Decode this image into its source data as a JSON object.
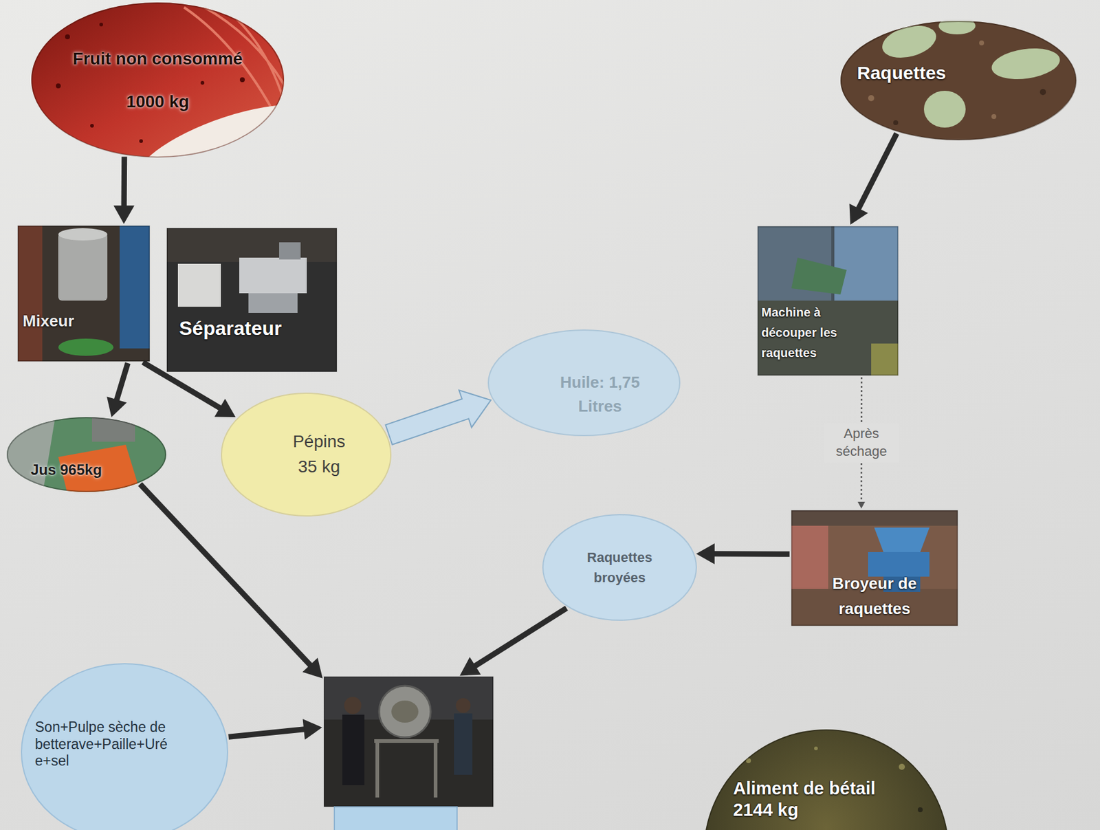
{
  "diagram": {
    "nodes": [
      {
        "text": [
          "Fruit non consommé",
          "1000 kg"
        ]
      },
      {
        "text": [
          "Raquettes"
        ]
      },
      {
        "text": [
          "Mixeur"
        ]
      },
      {
        "text": [
          "Séparateur"
        ]
      },
      {
        "text": [
          "Machine à découper les raquettes"
        ]
      },
      {
        "text": [
          "Huile: 1,75 Litres"
        ]
      },
      {
        "text": [
          "Pépins 35 kg"
        ]
      },
      {
        "text": [
          "Jus 965kg"
        ]
      },
      {
        "text": [
          "Broyeur de raquettes"
        ]
      },
      {
        "text": [
          "Raquettes broyées"
        ]
      },
      {
        "text": [
          "Son+Pulpe sèche de betterave+Paille+Uré e+sel"
        ]
      },
      {
        "text": []
      },
      {
        "text": [
          "Aliment de bétail 2144 kg"
        ]
      }
    ],
    "edges": [
      {
        "from": 0,
        "to": 2,
        "arrow": "to"
      },
      {
        "from": 1,
        "to": 4,
        "arrow": "to"
      },
      {
        "from": 2,
        "to": 7,
        "arrow": "to"
      },
      {
        "from": 2,
        "to": 6,
        "arrow": "to"
      },
      {
        "from": 6,
        "to": 5,
        "arrow": "to"
      },
      {
        "from": 4,
        "to": 8,
        "label": "Après séchage",
        "arrow": "to"
      },
      {
        "from": 8,
        "to": 9,
        "arrow": "to"
      },
      {
        "from": 7,
        "to": 11,
        "arrow": "to"
      },
      {
        "from": 9,
        "to": 11,
        "arrow": "to"
      },
      {
        "from": 10,
        "to": 11,
        "arrow": "to"
      }
    ]
  }
}
